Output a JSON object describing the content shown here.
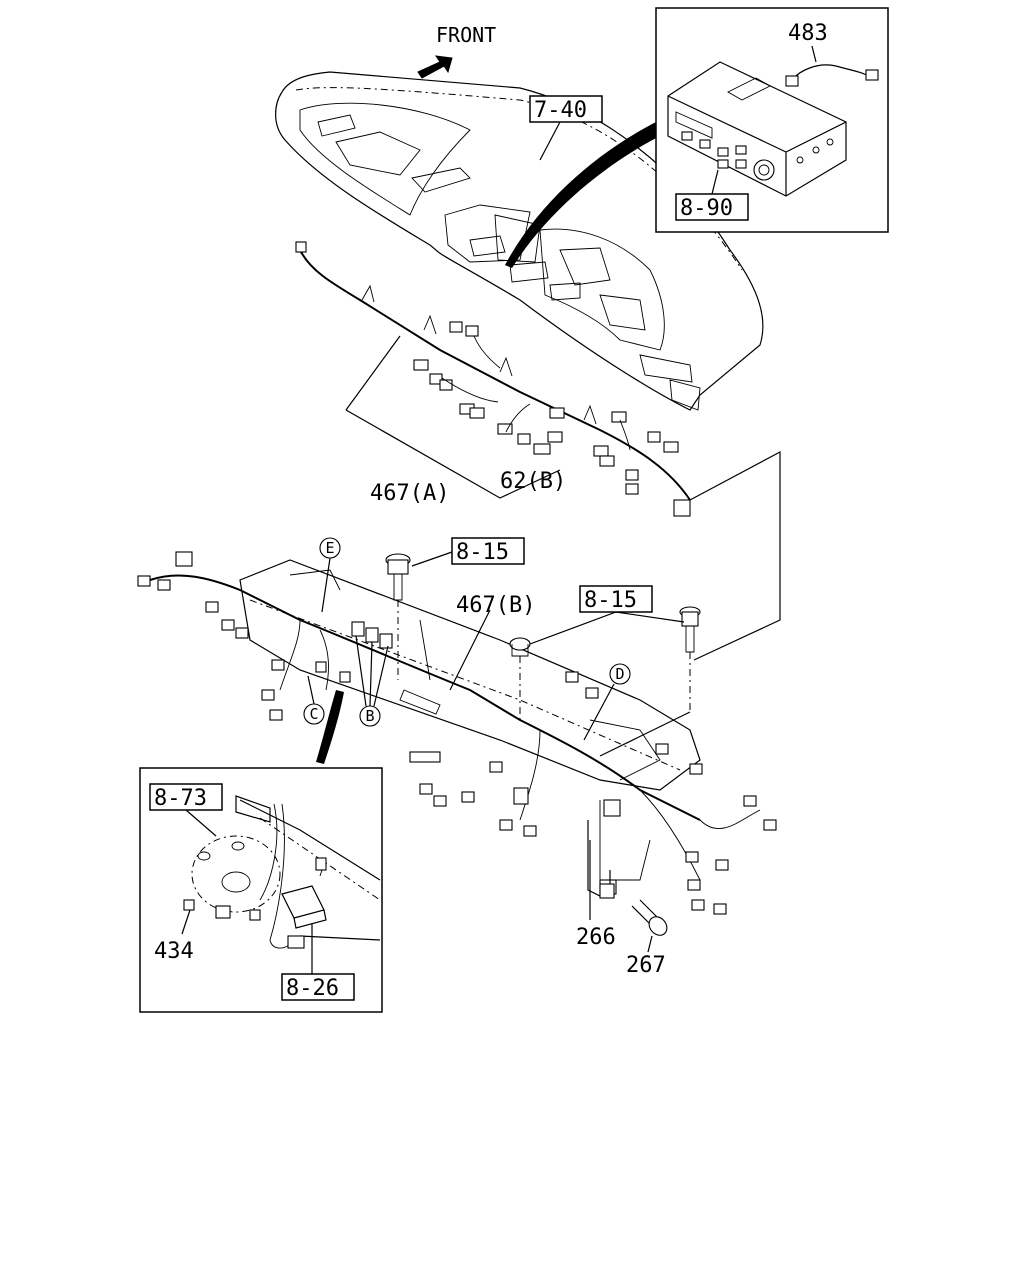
{
  "orientation": {
    "label": "FRONT"
  },
  "reference_boxes": {
    "dash_panel": "7-40",
    "audio_unit": "8-90",
    "bolt_top": "8-15",
    "bolt_right": "8-15",
    "detail_top": "8-73",
    "detail_bottom": "8-26"
  },
  "part_labels": {
    "antenna_lead": "483",
    "harness_a": "467(A)",
    "harness_b_small": "62(B)",
    "harness_b": "467(B)",
    "bracket": "266",
    "bolt": "267",
    "sensor": "434"
  },
  "circle_labels": {
    "e": "E",
    "c": "C",
    "b": "B",
    "d": "D"
  }
}
